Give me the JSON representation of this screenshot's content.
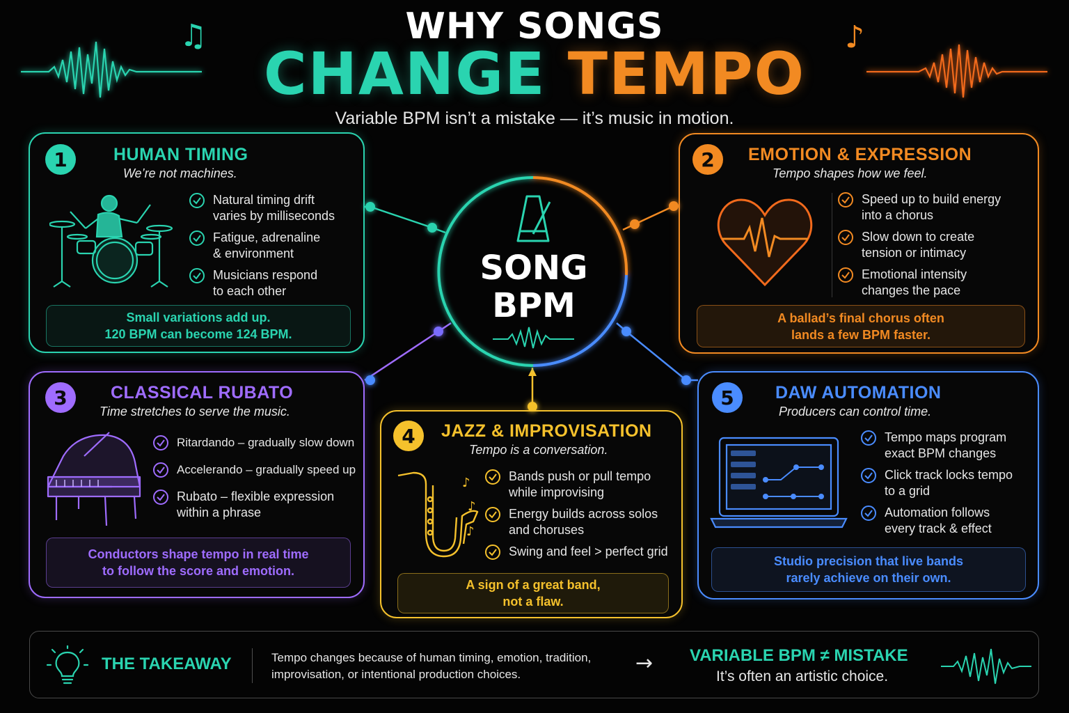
{
  "header": {
    "title_line1": "WHY SONGS",
    "title_word1": "CHANGE",
    "title_word2": "TEMPO",
    "subtitle": "Variable BPM isn’t a mistake — it’s music in motion."
  },
  "hub": {
    "line1": "SONG",
    "line2": "BPM",
    "icon": "metronome-icon"
  },
  "cards": [
    {
      "number": "1",
      "title": "HUMAN TIMING",
      "subtitle": "We’re not machines.",
      "color": "#2ad4b0",
      "illustration": "drummer-icon",
      "bullets": [
        {
          "line1": "Natural timing drift",
          "line2": "varies by milliseconds"
        },
        {
          "line1": "Fatigue, adrenaline",
          "line2": "& environment"
        },
        {
          "line1": "Musicians respond",
          "line2": "to each other"
        }
      ],
      "callout": {
        "line1": "Small variations add up.",
        "line2": "120 BPM can become 124 BPM."
      }
    },
    {
      "number": "2",
      "title": "EMOTION & EXPRESSION",
      "subtitle": "Tempo shapes how we feel.",
      "color": "#f28a22",
      "illustration": "heartbeat-heart-icon",
      "bullets": [
        {
          "line1": "Speed up to build energy",
          "line2": "into a chorus"
        },
        {
          "line1": "Slow down to create",
          "line2": "tension or intimacy"
        },
        {
          "line1": "Emotional intensity",
          "line2": "changes the pace"
        }
      ],
      "callout": {
        "line1": "A ballad’s final chorus often",
        "line2": "lands a few BPM faster."
      }
    },
    {
      "number": "3",
      "title": "CLASSICAL RUBATO",
      "subtitle": "Time stretches to serve the music.",
      "color": "#9f6cff",
      "illustration": "grand-piano-icon",
      "bullets": [
        {
          "line1": "Ritardando – gradually slow down",
          "line2": ""
        },
        {
          "line1": "Accelerando – gradually speed up",
          "line2": ""
        },
        {
          "line1": "Rubato – flexible expression",
          "line2": "within a phrase"
        }
      ],
      "callout": {
        "line1": "Conductors shape tempo in real time",
        "line2": "to follow the score and emotion."
      }
    },
    {
      "number": "4",
      "title": "JAZZ & IMPROVISATION",
      "subtitle": "Tempo is a conversation.",
      "color": "#f5c12c",
      "illustration": "saxophone-icon",
      "bullets": [
        {
          "line1": "Bands push or pull tempo",
          "line2": "while improvising"
        },
        {
          "line1": "Energy builds across solos",
          "line2": "and choruses"
        },
        {
          "line1": "Swing and feel > perfect grid",
          "line2": ""
        }
      ],
      "callout": {
        "line1": "A sign of a great band,",
        "line2": "not a flaw."
      }
    },
    {
      "number": "5",
      "title": "DAW AUTOMATION",
      "subtitle": "Producers can control time.",
      "color": "#4a8cff",
      "illustration": "laptop-daw-icon",
      "bullets": [
        {
          "line1": "Tempo maps program",
          "line2": "exact BPM changes"
        },
        {
          "line1": "Click track locks tempo",
          "line2": "to a grid"
        },
        {
          "line1": "Automation follows",
          "line2": "every track & effect"
        }
      ],
      "callout": {
        "line1": "Studio precision that live bands",
        "line2": "rarely achieve on their own."
      }
    }
  ],
  "takeaway": {
    "label": "THE TAKEAWAY",
    "text_line1": "Tempo changes because of human timing, emotion, tradition,",
    "text_line2": "improvisation, or intentional production choices.",
    "arrow": "→",
    "headline": "VARIABLE BPM ≠ MISTAKE",
    "tagline": "It’s often an artistic choice."
  },
  "decorations": {
    "note_left": "♫",
    "note_right": "♪"
  }
}
